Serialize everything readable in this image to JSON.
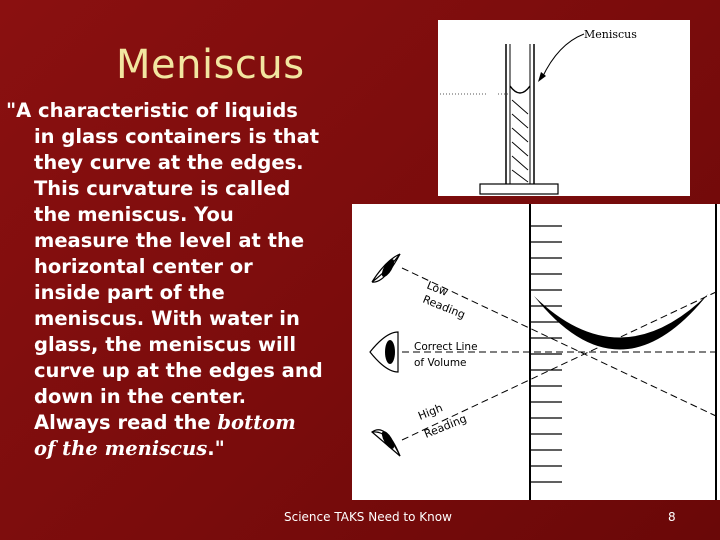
{
  "slide": {
    "title": "Meniscus",
    "body": {
      "line1": "\"A characteristic of liquids",
      "line2": "in glass containers is that",
      "line3": "they curve at the edges.",
      "line4": "This curvature is called",
      "line5": "the meniscus. You",
      "line6": "measure the level at the",
      "line7": "horizontal center or",
      "line8": "inside part of the",
      "line9": "meniscus. With water in",
      "line10": "glass, the meniscus will",
      "line11": "curve up at the edges and",
      "line12": "down in the center.",
      "line13_prefix": "Always read the ",
      "line13_italic": "bottom",
      "line14_italic": "of the meniscus",
      "line14_suffix": ".\""
    }
  },
  "figure_top": {
    "label": "Meniscus"
  },
  "figure_bottom": {
    "low_reading_line1": "Low",
    "low_reading_line2": "Reading",
    "correct_line1": "Correct Line",
    "correct_line2": "of Volume",
    "high_reading_line1": "High",
    "high_reading_line2": "Reading"
  },
  "footer": {
    "text": "Science TAKS Need to Know",
    "page_number": "8"
  },
  "colors": {
    "background": "#7a0c0c",
    "title": "#f2e6a0",
    "body_text": "#ffffff"
  }
}
